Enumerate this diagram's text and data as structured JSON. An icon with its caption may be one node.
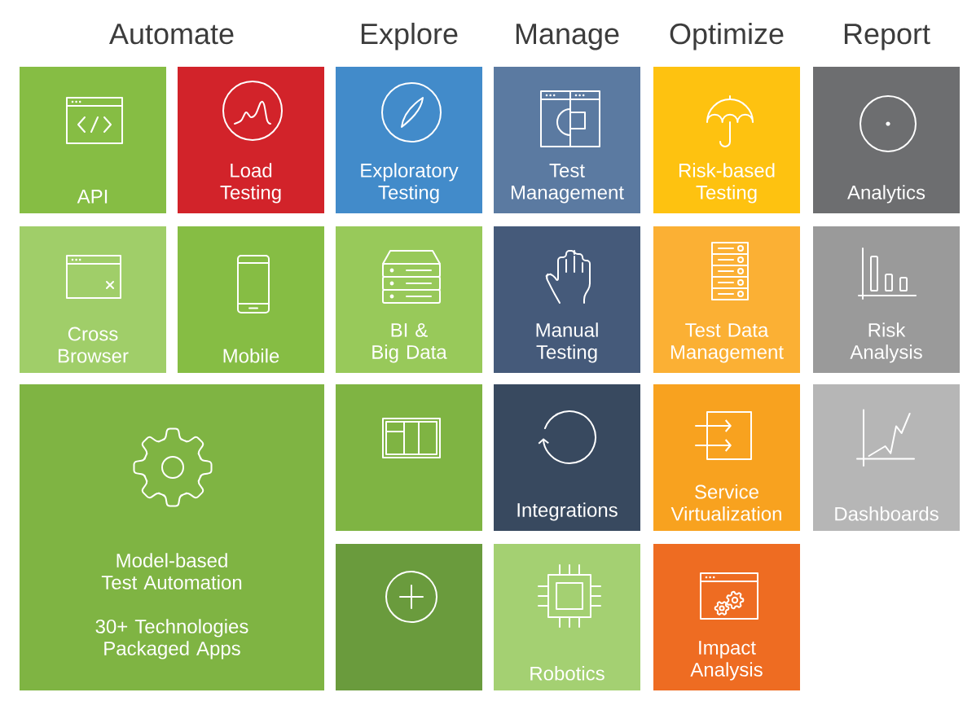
{
  "diagram": {
    "nodes": [
      {
        "text": [
          "API"
        ]
      },
      {
        "text": [
          "Load Testing"
        ]
      },
      {
        "text": [
          "Exploratory Testing"
        ]
      },
      {
        "text": [
          "Test Management"
        ]
      },
      {
        "text": [
          "Risk-based Testing"
        ]
      },
      {
        "text": [
          "Analytics"
        ]
      },
      {
        "text": [
          "Cross Browser"
        ]
      },
      {
        "text": [
          "Mobile"
        ]
      },
      {
        "text": [
          "BI & Big Data"
        ]
      },
      {
        "text": [
          "Manual Testing"
        ]
      },
      {
        "text": [
          "Test Data Management"
        ]
      },
      {
        "text": [
          "Risk Analysis"
        ]
      },
      {
        "text": [
          "Model-based Test Automation",
          "30+ Technologies Packaged Apps"
        ]
      },
      {
        "text": [],
        "shape": "box"
      },
      {
        "text": [
          "Integrations"
        ]
      },
      {
        "text": [
          "Service Virtualization"
        ]
      },
      {
        "text": [
          "Dashboards"
        ]
      },
      {
        "text": [],
        "shape": "box"
      },
      {
        "text": [
          "Robotics"
        ]
      },
      {
        "text": [
          "Impact Analysis"
        ]
      }
    ],
    "labels": [
      "Automate",
      "Explore",
      "Manage",
      "Optimize",
      "Report"
    ]
  }
}
